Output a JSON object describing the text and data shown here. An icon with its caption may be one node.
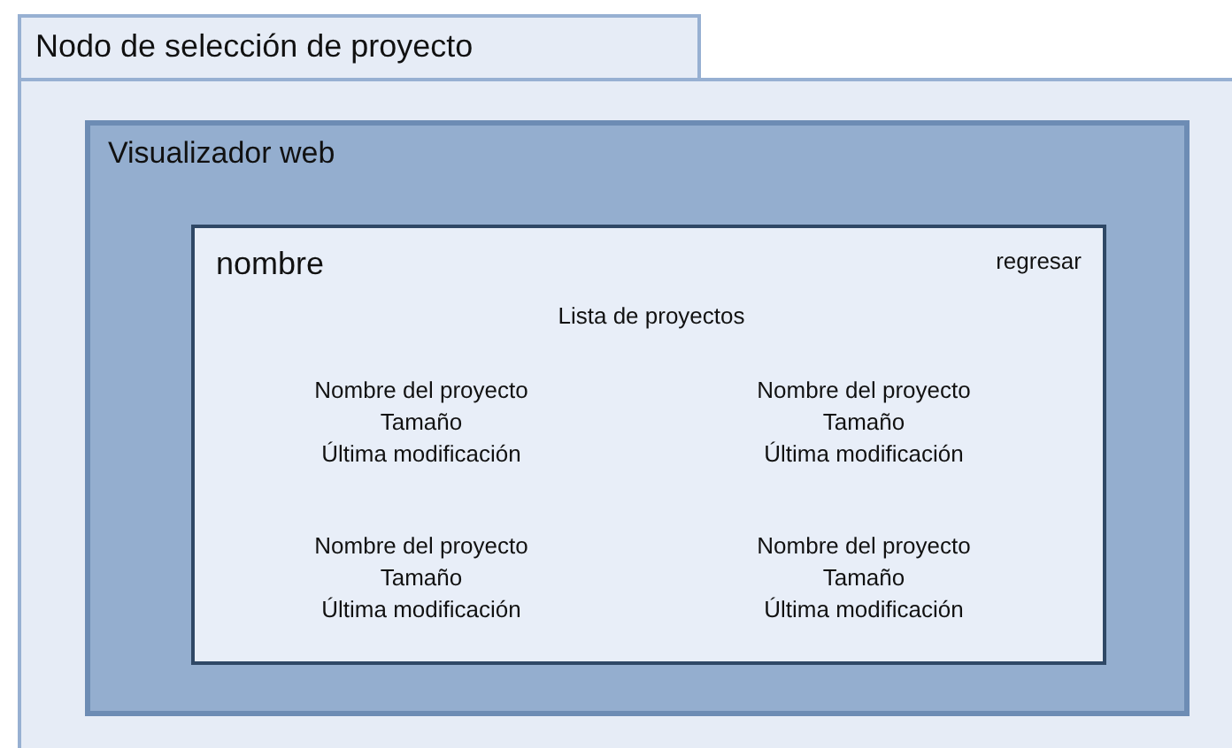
{
  "diagram": {
    "nodes": [
      {
        "text": [
          "Nodo de selección de proyecto"
        ]
      },
      {
        "text": [
          "Visualizador web"
        ],
        "in": 0
      },
      {
        "text": [
          "nombre",
          "regresar",
          "Lista de proyectos",
          "Nombre del proyecto",
          "Tamaño",
          "Última modificación",
          "Nombre del proyecto",
          "Tamaño",
          "Última modificación",
          "Nombre del proyecto",
          "Tamaño",
          "Última modificación",
          "Nombre del proyecto",
          "Tamaño",
          "Última modificación"
        ],
        "in": 1
      }
    ]
  }
}
